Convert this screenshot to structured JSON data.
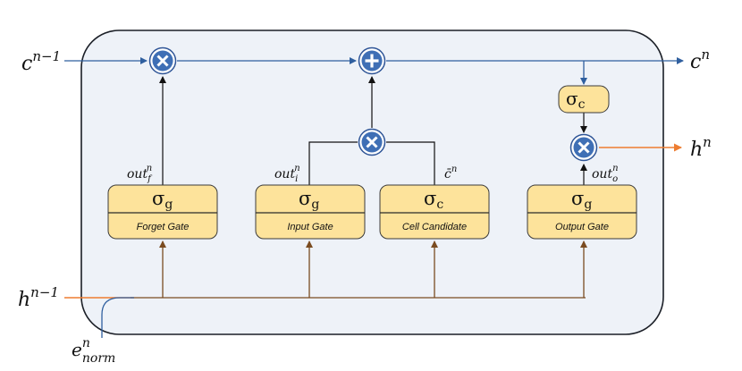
{
  "colors": {
    "cell_bg": "#eef2f8",
    "cell_border": "#1b1f27",
    "gate_fill": "#fde39b",
    "gate_border": "#3b3b3b",
    "op_fill": "#3f6fb5",
    "op_ring": "#2f5597",
    "blue_line": "#2f5f9f",
    "brown_line": "#7a4b20",
    "orange_line": "#ed7d31"
  },
  "inputs": {
    "c_prev": {
      "base": "c",
      "sup": "n−1"
    },
    "h_prev": {
      "base": "h",
      "sup": "n−1"
    },
    "e_norm": {
      "base": "e",
      "sup": "n",
      "sub": "norm"
    }
  },
  "outputs": {
    "c_next": {
      "base": "c",
      "sup": "n"
    },
    "h_next": {
      "base": "h",
      "sup": "n"
    }
  },
  "gates": {
    "forget": {
      "symbol": "σ",
      "sub": "g",
      "label": "Forget Gate",
      "out_base": "out",
      "out_sub": "f",
      "out_sup": "n"
    },
    "input": {
      "symbol": "σ",
      "sub": "g",
      "label": "Input Gate",
      "out_base": "out",
      "out_sub": "i",
      "out_sup": "n"
    },
    "candidate": {
      "symbol": "σ",
      "sub": "c",
      "label": "Cell Candidate",
      "out_base": "c̄",
      "out_sup": "n"
    },
    "output": {
      "symbol": "σ",
      "sub": "g",
      "label": "Output Gate",
      "out_base": "out",
      "out_sub": "o",
      "out_sup": "n"
    }
  },
  "cell_activation": {
    "symbol": "σ",
    "sub": "c"
  },
  "operators": {
    "multiply": "multiply-icon",
    "add": "add-icon"
  }
}
